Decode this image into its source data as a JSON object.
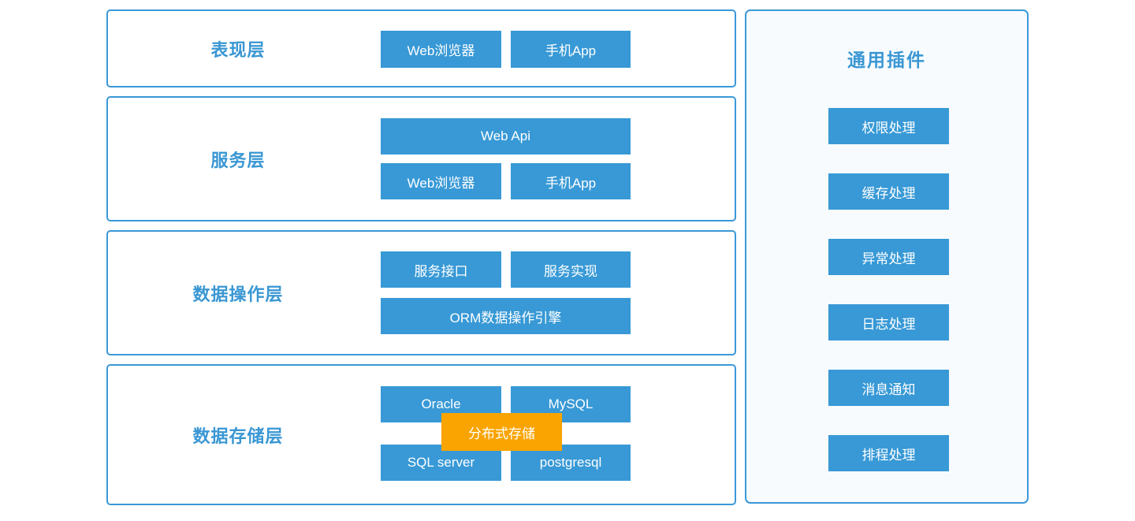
{
  "colors": {
    "button_blue": "#3899D6",
    "border_blue": "#3B98D8",
    "label_blue": "#3A97D3",
    "overlay_orange": "#F9A400",
    "plugins_panel_bg": "#F7FBFE"
  },
  "layers": [
    {
      "label": "表现层",
      "rows": [
        [
          "Web浏览器",
          "手机App"
        ]
      ]
    },
    {
      "label": "服务层",
      "rows": [
        [
          "Web Api"
        ],
        [
          "Web浏览器",
          "手机App"
        ]
      ]
    },
    {
      "label": "数据操作层",
      "rows": [
        [
          "服务接口",
          "服务实现"
        ],
        [
          "ORM数据操作引擎"
        ]
      ]
    },
    {
      "label": "数据存储层",
      "rows": [
        [
          "Oracle",
          "MySQL"
        ],
        [
          "SQL server",
          "postgresql"
        ]
      ],
      "overlay_button": "分布式存储"
    }
  ],
  "plugins": {
    "title": "通用插件",
    "items": [
      "权限处理",
      "缓存处理",
      "异常处理",
      "日志处理",
      "消息通知",
      "排程处理"
    ]
  }
}
